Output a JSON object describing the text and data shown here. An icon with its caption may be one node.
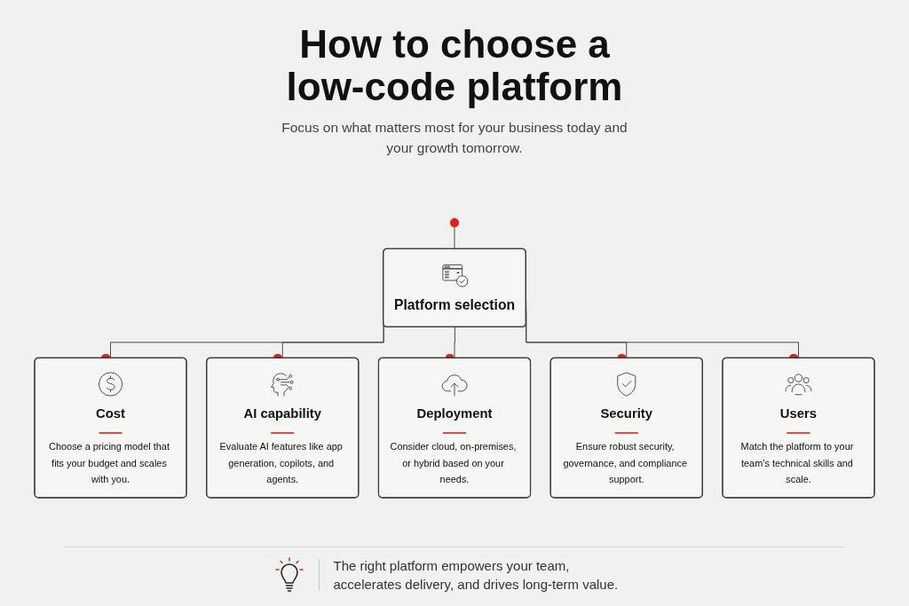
{
  "diagram": {
    "title": "How to choose a low-code platform",
    "nodes": [
      {
        "text": [
          "Platform selection"
        ]
      },
      {
        "text": [
          "Cost",
          "Choose a pricing model that fits your budget and scales with you."
        ]
      },
      {
        "text": [
          "AI capability",
          "Evaluate AI features like app generation, copilots, and agents."
        ]
      },
      {
        "text": [
          "Deployment",
          "Consider cloud, on-premises, or hybrid based on your needs."
        ]
      },
      {
        "text": [
          "Security",
          "Ensure robust security, governance, and compliance support."
        ]
      },
      {
        "text": [
          "Users",
          "Match the platform to your team’s technical skills and scale."
        ]
      }
    ],
    "edges": [
      {
        "from": null,
        "to": 0,
        "arrow": "other"
      },
      {
        "from": 0,
        "to": 1,
        "arrow": "other"
      },
      {
        "from": 0,
        "to": 2,
        "arrow": "other"
      },
      {
        "from": 0,
        "to": 3,
        "arrow": "other"
      },
      {
        "from": 0,
        "to": 4,
        "arrow": "other"
      },
      {
        "from": 0,
        "to": 5,
        "arrow": "other"
      }
    ],
    "labels": [
      "Focus on what matters most for your business today and your growth tomorrow.",
      "The right platform empowers your team, accelerates delivery, and drives long-term value."
    ]
  }
}
